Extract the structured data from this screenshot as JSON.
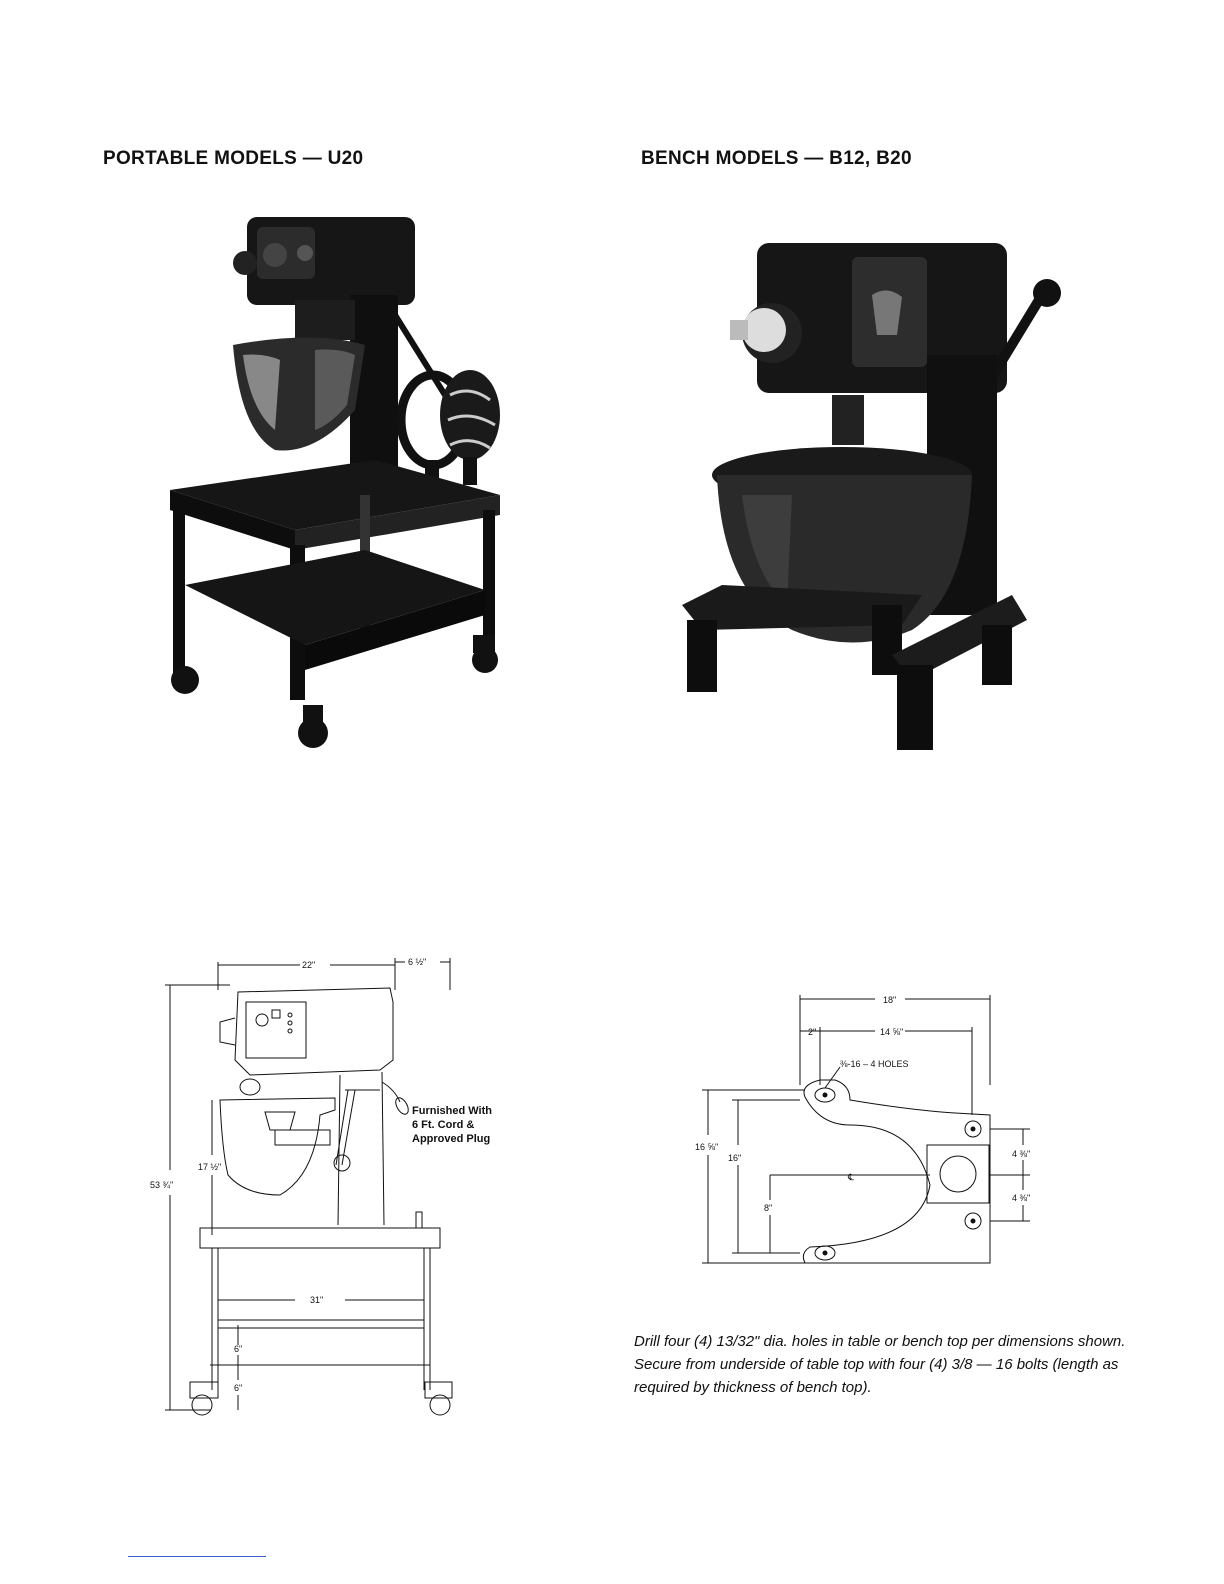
{
  "headings": {
    "portable": "PORTABLE MODELS — U20",
    "bench": "BENCH MODELS — B12, B20"
  },
  "portable_drawing": {
    "width_top": "22\"",
    "overhang": "6 ½\"",
    "bowl_height": "17 ½\"",
    "overall_height": "53 ¾\"",
    "table_width": "31\"",
    "lower_gap": "6\"",
    "caster_height": "6\"",
    "callout": [
      "Furnished With",
      "6 Ft. Cord &",
      "Approved Plug"
    ]
  },
  "bench_drawing": {
    "overall_width": "18\"",
    "offset": "2\"",
    "hole_spacing": "14 ⅝\"",
    "holes_spec": "⅜-16 – 4 HOLES",
    "depth_outer": "16 ⅝\"",
    "depth_inner": "16\"",
    "center_offset": "8\"",
    "right_upper": "4 ⅜\"",
    "right_lower": "4 ⅜\"",
    "centerline": "℄"
  },
  "mounting_note": "Drill four (4) 13/32\" dia. holes in table or bench top per dimensions shown. Secure from underside of table top with four (4) 3/8 — 16 bolts (length as required by thickness of bench top)."
}
